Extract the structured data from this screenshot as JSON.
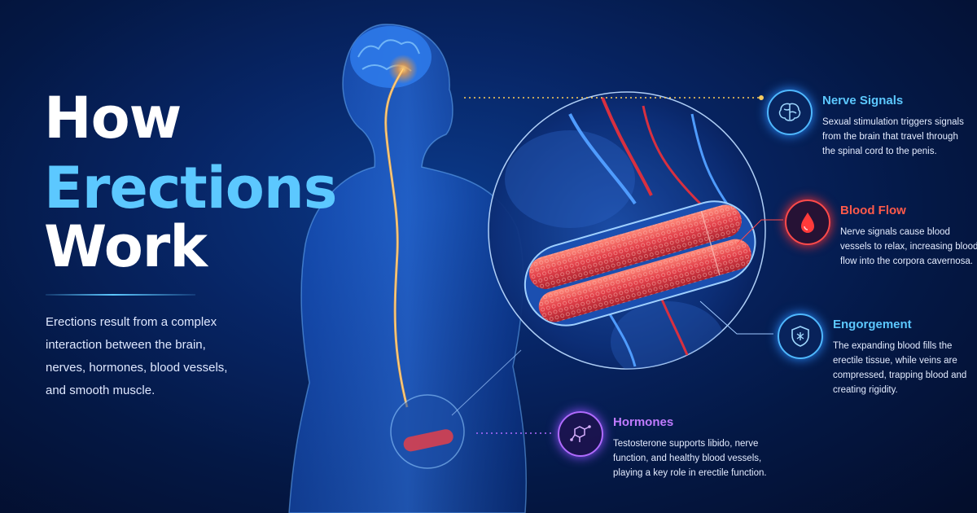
{
  "title": {
    "line1": "How",
    "line2": "Erections",
    "line3": "Work"
  },
  "intro": "Erections result from a complex interaction between the brain, nerves, hormones, blood vessels, and smooth muscle.",
  "panels": {
    "nerve_signals": {
      "title": "Nerve Signals",
      "text": "Sexual stimulation triggers signals from the brain that travel through the spinal cord to the penis.",
      "icon": "brain-icon",
      "color": "#4fb8ff"
    },
    "blood_flow": {
      "title": "Blood Flow",
      "text": "Nerve signals cause blood vessels to relax, increasing blood flow into the corpora cavernosa.",
      "icon": "blood-drop-icon",
      "color": "#ff4a4a"
    },
    "engorgement": {
      "title": "Engorgement",
      "text": "The expanding blood fills the erectile tissue, while veins are compressed, trapping blood and creating rigidity.",
      "icon": "shield-icon",
      "color": "#4fb8ff"
    },
    "hormones": {
      "title": "Hormones",
      "text": "Testosterone supports libido, nerve function, and healthy blood vessels, playing a key role in erectile function.",
      "icon": "molecule-icon",
      "color": "#b06bff"
    }
  },
  "colors": {
    "accent_blue": "#5cc8ff",
    "red": "#ff4a4a",
    "purple": "#b06bff",
    "nerve_orange": "#ffb347",
    "background": "#061a4a"
  }
}
